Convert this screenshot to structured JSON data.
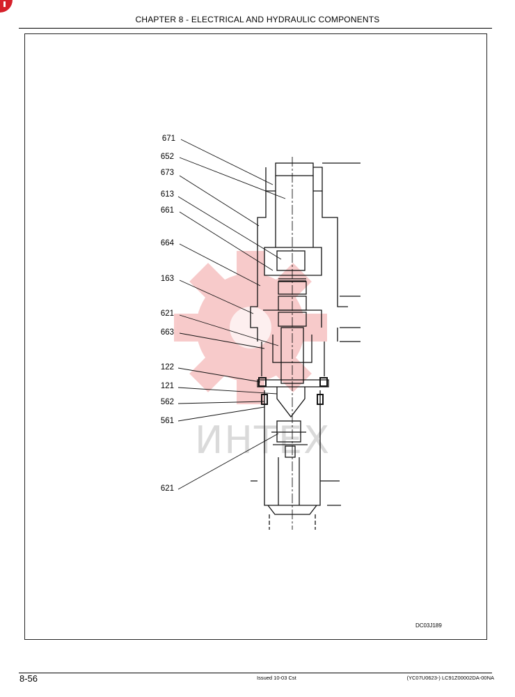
{
  "header": {
    "title": "CHAPTER 8 - ELECTRICAL AND HYDRAULIC COMPONENTS"
  },
  "figure": {
    "callouts": [
      "671",
      "652",
      "673",
      "613",
      "661",
      "664",
      "163",
      "621",
      "663",
      "122",
      "121",
      "562",
      "561",
      "621"
    ],
    "figure_id": "DC03J189",
    "watermark": "ИНТЕХ"
  },
  "footer": {
    "page_number": "8-56",
    "issued": "Issued 10-03   Cst",
    "doc_code": "(YC07U0623-)   LC91Z00002DA-00NA"
  }
}
